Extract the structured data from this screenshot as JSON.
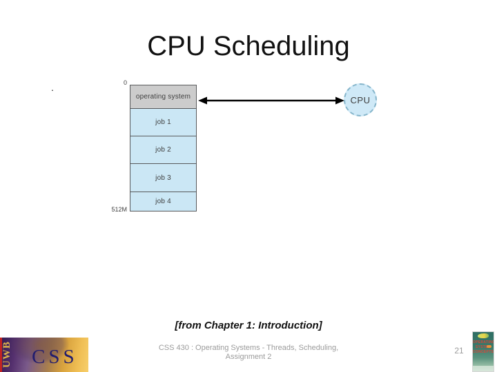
{
  "slide": {
    "title": "CPU Scheduling",
    "stray_bullet": "."
  },
  "diagram": {
    "memory": {
      "top_label": "0",
      "bottom_label": "512M",
      "sections": [
        {
          "label": "operating system",
          "color": "#cccccc"
        },
        {
          "label": "job 1",
          "color": "#cbe7f5"
        },
        {
          "label": "job 2",
          "color": "#cbe7f5"
        },
        {
          "label": "job 3",
          "color": "#cbe7f5"
        },
        {
          "label": "job 4",
          "color": "#cbe7f5"
        }
      ]
    },
    "cpu": {
      "label": "CPU",
      "fill_color": "#cfe9f7",
      "border_style": "dashed"
    },
    "arrow": {
      "type": "double-headed-horizontal",
      "color": "#000000"
    }
  },
  "footer": {
    "chapter_ref": "[from Chapter 1: Introduction]",
    "course_line1": "CSS 430 : Operating Systems - Threads, Scheduling,",
    "course_line2": "Assignment 2",
    "page_number": "21"
  },
  "branding": {
    "uwb_vertical_text": "UWB",
    "css_text": "CSS",
    "banner_colors": {
      "purple": "#2e1a4e",
      "gold": "#f0bf55",
      "red_strip": "#c22222"
    },
    "book_cover": {
      "line1": "OPERATING",
      "line2": "SYSTEM",
      "line3": "CONCEPTS",
      "background": "#3a7a6a",
      "text_color": "#e04438"
    }
  }
}
